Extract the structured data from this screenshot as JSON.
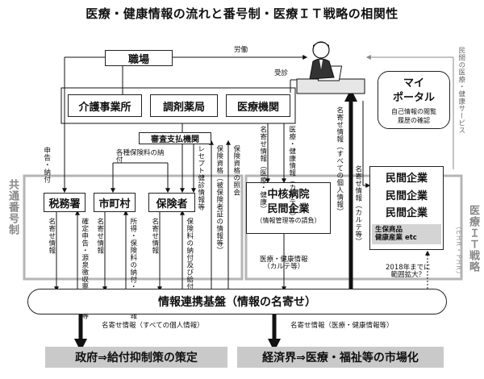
{
  "title": "医療・健康情報の流れと番号制・医療ＩＴ戦略の相関性",
  "nodes": {
    "workplace": "職場",
    "care": "介護事業所",
    "pharmacy": "調剤薬局",
    "medical": "医療機関",
    "review": "審査支払機関",
    "tax": "税務署",
    "city": "市町村",
    "insurer": "保険者",
    "hospital_main": "中核病院\n民間企業",
    "hospital_sub": "（情報管理等の請負）",
    "private1": "民間企業",
    "private2": "民間企業",
    "private3": "民間企業",
    "life_ins": "生保商品\n健康産業 etc",
    "portal_title": "マイ\nポータル",
    "portal_sub": "自己情報の閲覧\n履歴の確認",
    "platform": "情報連携基盤（情報の名寄せ）",
    "goal_gov": "政府⇒給付抑制策の策定",
    "goal_biz": "経済界⇒医療・福祉等の市場化"
  },
  "labels": {
    "labor": "労働",
    "treatment": "受診",
    "declaration": "申告・納付",
    "premium": "各種保険料の納付",
    "receipt": "レセプト健診情報等",
    "qualification": "保険資格（被保険者証の情報等）",
    "qual_check": "保険資格の照会",
    "naming_med": "名寄せ情報（医療・健康）",
    "med_health_karte": "医療・健康情報（カルテ等）",
    "all_personal": "名寄せ情報（すべての個人情報）",
    "naming_karte": "名寄せ情報（カルテ等）",
    "private_service": "民間の医療・健康サービス",
    "tax_naming": "名寄せ情報",
    "tax_final": "確定申告・源泉徴収票の情報等",
    "city_naming": "名寄せ情報",
    "city_income": "所得・保険料の納付・給付情報",
    "ins_naming": "名寄せ情報",
    "ins_benefit": "保険料の納付及び給付情報",
    "hospital_to_platform": "医療・健康情報\n（カルテ等）",
    "expand": "2018年までに\n範囲拡大？",
    "bottom_left": "名寄せ情報（すべての個人情報）",
    "bottom_right": "名寄せ情報（医療・健康情報等）"
  },
  "side": {
    "common_number": "共通番号制",
    "medical_it": "医療ＩＴ戦略",
    "ehr_phr": "（EHR・PHR）"
  }
}
